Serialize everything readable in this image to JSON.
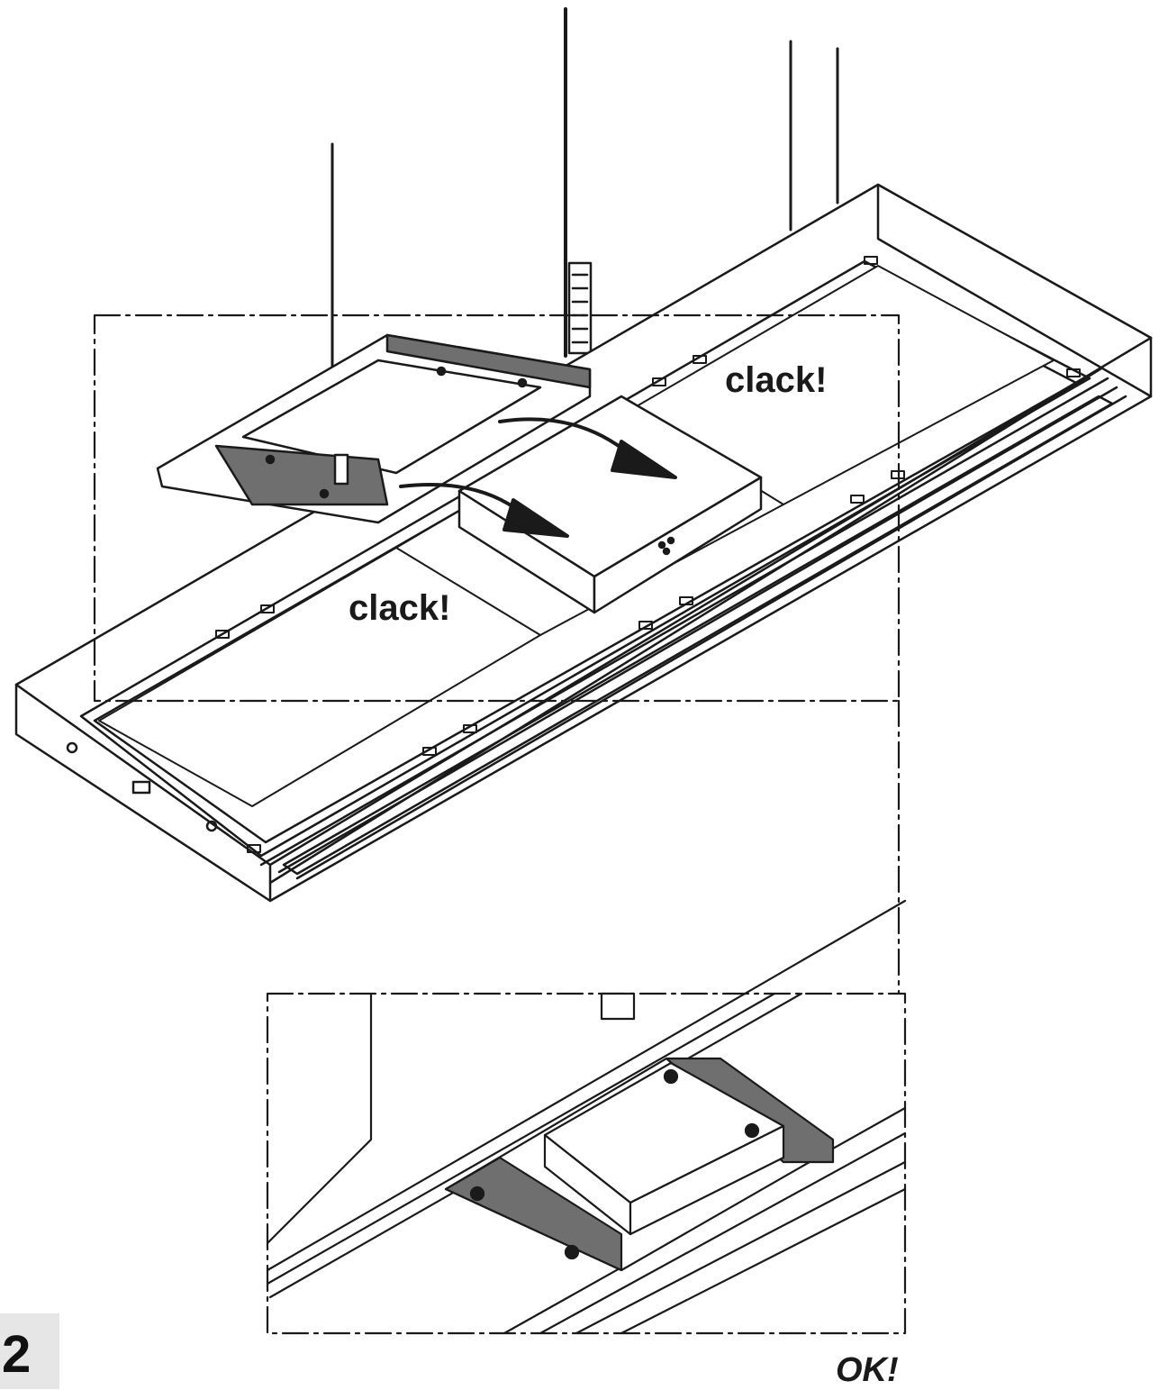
{
  "labels": {
    "clack_top": "clack!",
    "clack_bottom": "clack!",
    "ok": "OK!"
  },
  "step": {
    "number": "2"
  },
  "colors": {
    "line": "#1a1a1a",
    "bracket_fill": "#6f6f6f",
    "step_box": "#e6e6e6"
  }
}
